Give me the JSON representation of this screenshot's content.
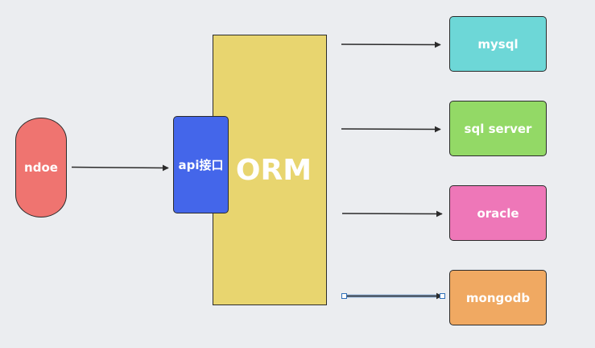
{
  "nodes": {
    "ndoe": "ndoe",
    "orm": "ORM",
    "api": "api接口",
    "mysql": "mysql",
    "sqlserver": "sql server",
    "oracle": "oracle",
    "mongodb": "mongodb"
  },
  "colors": {
    "background": "#ebedf0",
    "ndoe": "#ef7470",
    "orm": "#e8d56f",
    "api": "#4466ea",
    "mysql": "#6dd7d7",
    "sqlserver": "#93d966",
    "oracle": "#ee77b8",
    "mongodb": "#f0a962",
    "selected_edge": "#2f6fb8"
  },
  "edges": [
    {
      "from": "ndoe",
      "to": "api"
    },
    {
      "from": "orm",
      "to": "mysql"
    },
    {
      "from": "orm",
      "to": "sqlserver"
    },
    {
      "from": "orm",
      "to": "oracle"
    },
    {
      "from": "orm",
      "to": "mongodb",
      "selected": true
    }
  ]
}
